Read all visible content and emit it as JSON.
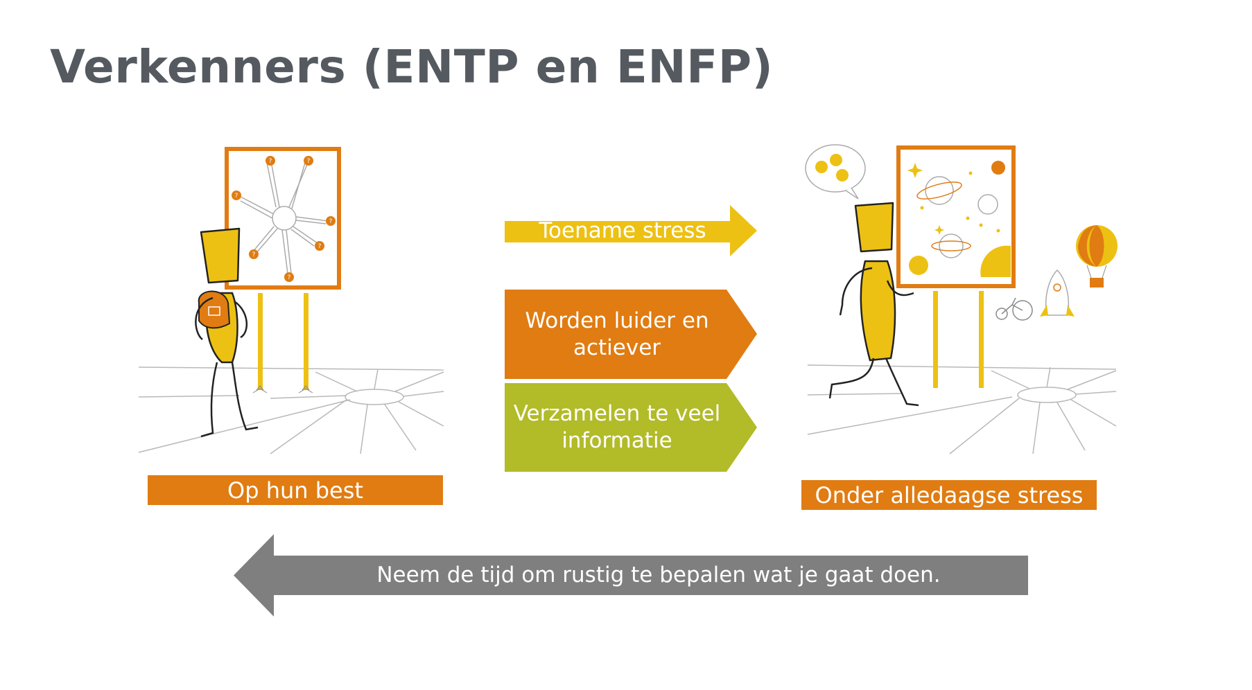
{
  "title": "Verkenners (ENTP en ENFP)",
  "left_scene": {
    "caption": "Op hun best"
  },
  "right_scene": {
    "caption": "Onder alledaagse stress"
  },
  "arrows": {
    "stress_increase": "Toename stress",
    "louder": "Worden luider en actiever",
    "collect": "Verzamelen te veel informatie",
    "calm_down": "Neem de tijd om rustig te bepalen wat je gaat doen."
  },
  "colors": {
    "orange": "#e07c12",
    "yellow": "#edc113",
    "green": "#b2bb28",
    "gray": "#7f7f7f",
    "title": "#555a60"
  }
}
